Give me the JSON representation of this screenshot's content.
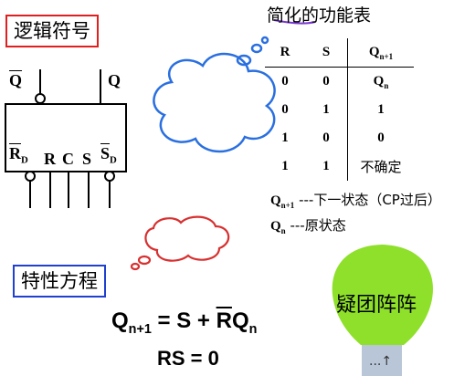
{
  "symbol_title": "逻辑符号",
  "table_title": "简化的功能表",
  "char_title": "特性方程",
  "pins": {
    "q_bar": "Q",
    "q": "Q",
    "rd_bar": "R",
    "rd_sub": "D",
    "r": "R",
    "c": "C",
    "s": "S",
    "sd_bar": "S",
    "sd_sub": "D"
  },
  "func_table": {
    "headers": [
      "R",
      "S",
      "Q"
    ],
    "header_sub": "n+1",
    "rows": [
      [
        "0",
        "0",
        "Q",
        "n"
      ],
      [
        "0",
        "1",
        "1",
        ""
      ],
      [
        "1",
        "0",
        "0",
        ""
      ],
      [
        "1",
        "1",
        "不确定",
        ""
      ]
    ]
  },
  "legend": {
    "l1_q": "Q",
    "l1_sub": "n+1",
    "l1_text": " ---下一状态（CP过后）",
    "l2_q": "Q",
    "l2_sub": "n",
    "l2_text": " ---原状态"
  },
  "equation": {
    "lhs": "Q",
    "lhs_sub": "n+1",
    "eq": " = S + ",
    "r_bar": "R",
    "q": "Q",
    "q_sub": "n",
    "constraint": "RS = 0"
  },
  "bulb": {
    "text": "疑团阵阵",
    "base": "...↑"
  },
  "colors": {
    "cloud_stroke": "#2a6fe0",
    "cloud_stroke2": "#d83030",
    "bulb_fill": "#8ee02a",
    "label_red": "#e02020",
    "label_blue": "#2040d0"
  }
}
